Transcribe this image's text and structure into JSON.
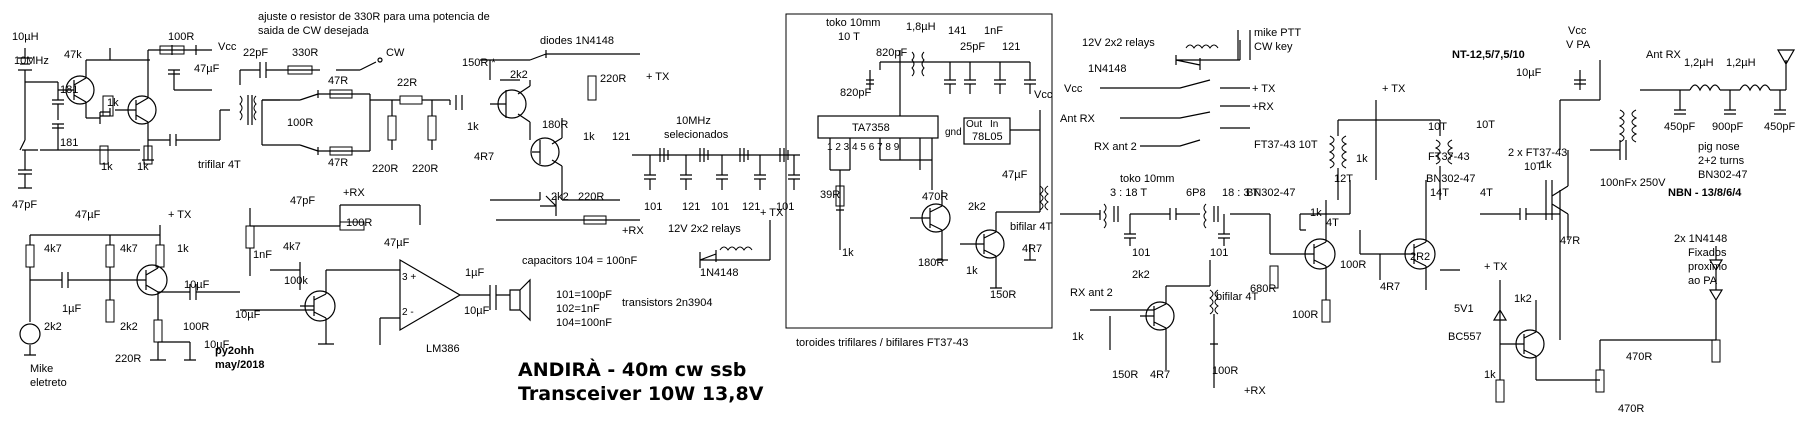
{
  "title": {
    "line1": "ANDIRÀ - 40m cw ssb",
    "line2": "Transceiver 10W 13,8V"
  },
  "author": {
    "call": "py2ohh",
    "date": "may/2018"
  },
  "notes": {
    "adjust_line1": "ajuste o resistor de 330R para uma potencia de",
    "adjust_line2": "saida de CW desejada",
    "capacitors_104": "capacitors 104 = 100nF",
    "codes": [
      "101=100pF",
      "102=1nF",
      "104=100nF"
    ],
    "transistors": "transistors 2n3904",
    "toroids": "toroides trifilares / bifilares FT37-43",
    "relays_top": "12V 2x2 relays",
    "relays_mid": "12V 2x2 relays",
    "crystals": [
      "10MHz",
      "selecionados"
    ],
    "mike_ptt": [
      "mike PTT",
      "CW key"
    ],
    "ferrite": [
      "NT-12,5/7,5/10"
    ],
    "nbn": "NBN - 13/8/6/4",
    "pignose": [
      "pig nose",
      "2+2 turns",
      "BN302-47"
    ],
    "diodes_fixed": [
      "2x 1N4148",
      "Fixados",
      "proximo",
      "ao PA"
    ],
    "toko_top": [
      "toko 10mm",
      "10 T"
    ],
    "toko_mid": [
      "toko 10mm",
      "3 : 18 T"
    ],
    "ratio_18_3": "18 : 3 T",
    "diodes_1n4148": "diodes 1N4148"
  },
  "labels": {
    "vcc": "Vcc",
    "plus_tx": "+ TX",
    "plus_rx": "+RX",
    "cw": "CW",
    "mike": [
      "Mike",
      "eletreto"
    ],
    "ant_rx": "Ant RX",
    "rx_ant2": "RX ant 2",
    "vcc_vpa": [
      "Vcc",
      "V PA"
    ],
    "trifilar": "trifilar 4T",
    "bifilar": "bifilar 4T",
    "ic1": "TA7358",
    "ic2": "LM386",
    "reg": "78L05",
    "reg_out": "Out",
    "reg_in": "In",
    "reg_gnd": "gnd",
    "bc557": "BC557",
    "zener": "5V1",
    "diode_1n4148": "1N4148"
  },
  "components": {
    "osc": [
      "10µH",
      "10MHz",
      "47k",
      "181",
      "181",
      "1k",
      "1k",
      "1k",
      "47pF",
      "100R",
      "47µF"
    ],
    "mic": [
      "47µF",
      "4k7",
      "4k7",
      "1k",
      "1µF",
      "10µF",
      "2k2",
      "2k2",
      "220R",
      "100R",
      "10µF"
    ],
    "mixer": [
      "22pF",
      "330R",
      "47R",
      "22R",
      "100R",
      "47R",
      "220R",
      "220R",
      "150R *",
      "2k2",
      "1k",
      "4R7",
      "180R",
      "1k",
      "121",
      "220R",
      "2k2",
      "220R"
    ],
    "audio": [
      "47pF",
      "4k7",
      "1nF",
      "100k",
      "100R",
      "47µF",
      "10µF",
      "1µF",
      "10µF"
    ],
    "filter": [
      "101",
      "121",
      "101",
      "121",
      "101"
    ],
    "toko_box": [
      "1,8µH",
      "820pF",
      "141",
      "1nF",
      "820pF",
      "25pF",
      "121",
      "39R",
      "1k",
      "470R",
      "180R",
      "2k2",
      "47µF",
      "4R7",
      "150R",
      "1k"
    ],
    "driver": [
      "6P8",
      "101",
      "101",
      "2k2",
      "1k",
      "150R",
      "4R7",
      "100R",
      "1k",
      "680R",
      "100R",
      "1k",
      "4R7",
      "100R",
      "2R2"
    ],
    "pa": [
      "10µF",
      "1k",
      "100nFx 250V",
      "47R",
      "1,2µH",
      "1,2µH",
      "450pF",
      "900pF",
      "450pF",
      "1k2",
      "1k",
      "470R",
      "470R"
    ],
    "cores": [
      "FT37-43 10T",
      "FT37-43",
      "12T",
      "10T",
      "4T",
      "14T",
      "BN302-47",
      "4T",
      "BN302-47",
      "2 x FT37-43",
      "10T",
      "10T"
    ]
  }
}
